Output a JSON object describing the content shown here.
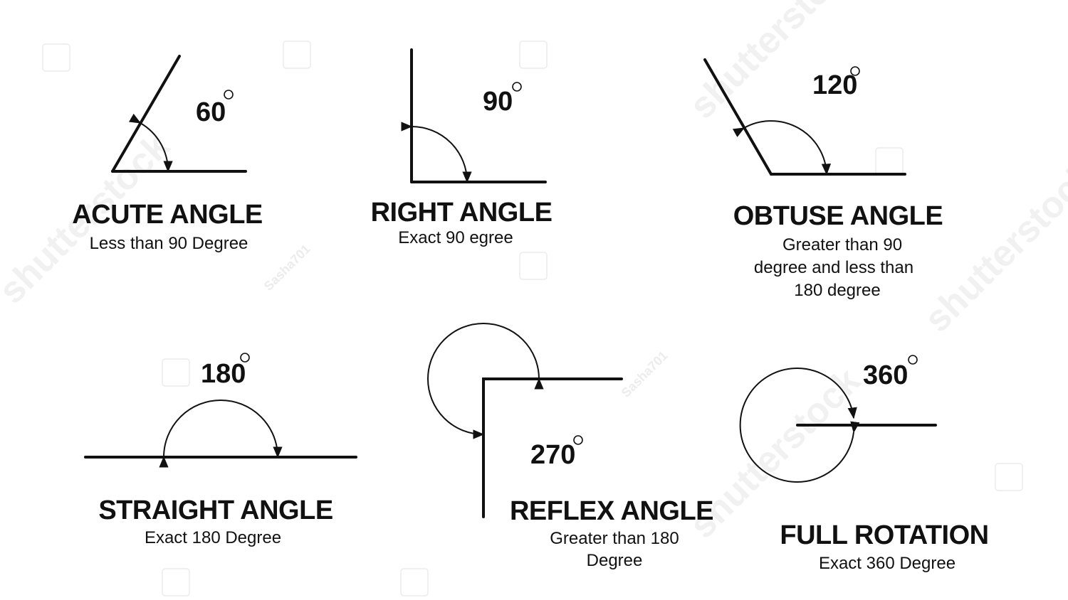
{
  "watermark": {
    "brand": "shutterstock",
    "contributor": "Sasha701"
  },
  "angles": [
    {
      "id": "acute",
      "title": "ACUTE ANGLE",
      "description": [
        "Less than 90 Degree"
      ],
      "degree": "60",
      "degree_value": 60
    },
    {
      "id": "right",
      "title": "RIGHT ANGLE",
      "description": [
        "Exact 90 egree"
      ],
      "degree": "90",
      "degree_value": 90
    },
    {
      "id": "obtuse",
      "title": "OBTUSE ANGLE",
      "description": [
        "Greater than 90",
        "degree and less than",
        "180 degree"
      ],
      "degree": "120",
      "degree_value": 120
    },
    {
      "id": "straight",
      "title": "STRAIGHT ANGLE",
      "description": [
        "Exact 180 Degree"
      ],
      "degree": "180",
      "degree_value": 180
    },
    {
      "id": "reflex",
      "title": "REFLEX ANGLE",
      "description": [
        "Greater than 180",
        "Degree"
      ],
      "degree": "270",
      "degree_value": 270
    },
    {
      "id": "full",
      "title": "FULL ROTATION",
      "description": [
        "Exact 360 Degree"
      ],
      "degree": "360",
      "degree_value": 360
    }
  ]
}
